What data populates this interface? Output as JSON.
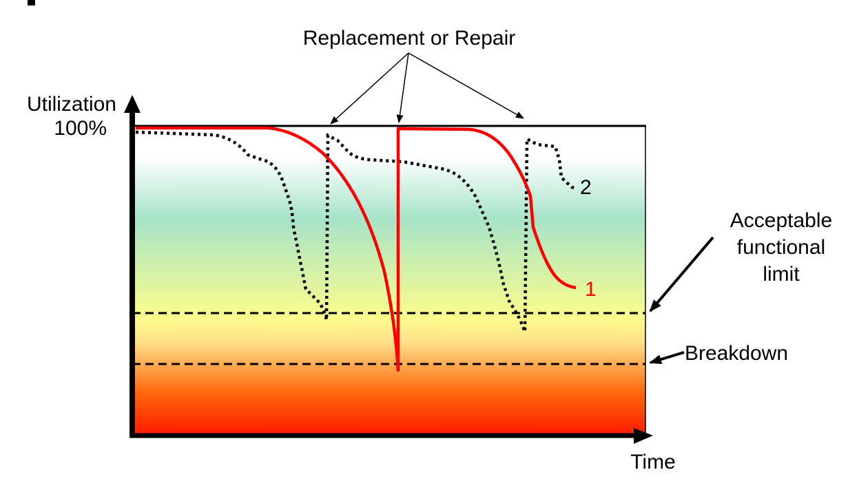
{
  "title": "",
  "labels": {
    "y_axis": "Utilization",
    "y_max": "100%",
    "x_axis": "Time",
    "maintenance": "Replacement or Repair",
    "acceptable_limit": [
      "Acceptable",
      "functional",
      "limit"
    ],
    "breakdown": "Breakdown",
    "curve_1": "1",
    "curve_2": "2"
  },
  "colors": {
    "curve_1": "#ff0000",
    "curve_2": "#000000",
    "gradient_top": "#ffffff",
    "gradient_teal": "#a6e3c9",
    "gradient_yellow": "#fbfd8c",
    "gradient_orange": "#ff6a0e",
    "gradient_bottom": "#ff1a00"
  }
}
